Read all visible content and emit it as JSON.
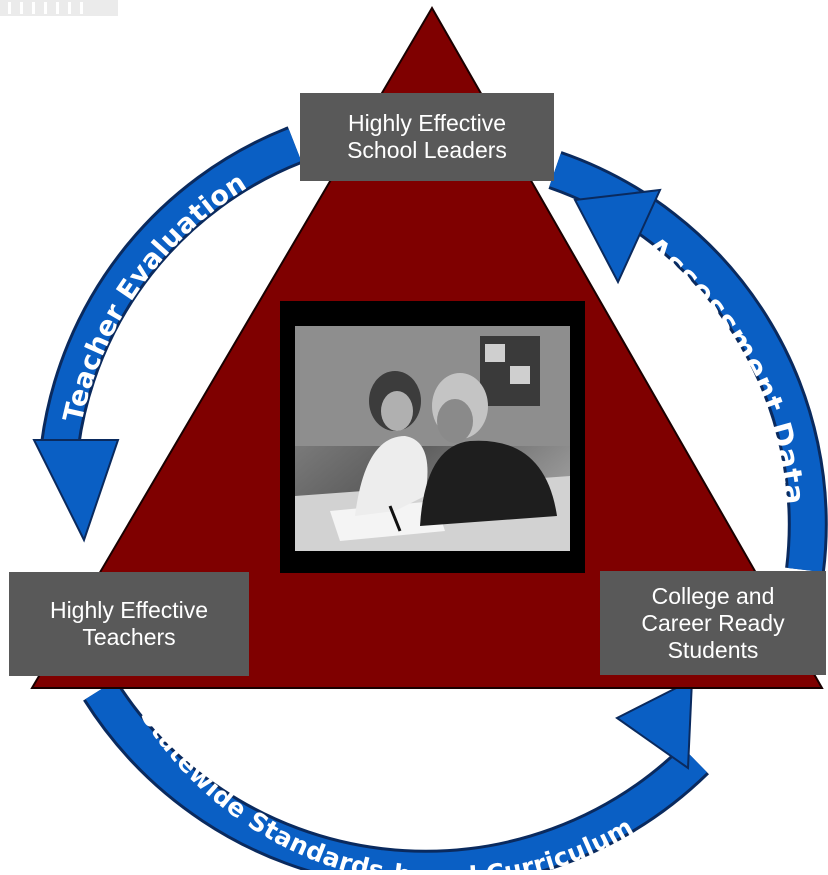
{
  "diagram": {
    "boxes": {
      "leaders": [
        "Highly Effective",
        "School Leaders"
      ],
      "teachers": [
        "Highly Effective",
        "Teachers"
      ],
      "students": [
        "College and",
        "Career Ready",
        "Students"
      ]
    },
    "cycle_labels": {
      "left": "Teacher Evaluation",
      "right": "Assessment Data",
      "bottom": "Statewide Standards-based Curriculum"
    },
    "photo": {
      "description_icon": "teacher-helping-student-photo"
    },
    "colors": {
      "triangle": "#7f0000",
      "arrow": "#0a5fc4",
      "arrow_outline": "#0a2a5e",
      "box": "#595959",
      "box_text": "#ffffff",
      "label_text": "#ffffff",
      "photo_frame": "#000000"
    }
  }
}
